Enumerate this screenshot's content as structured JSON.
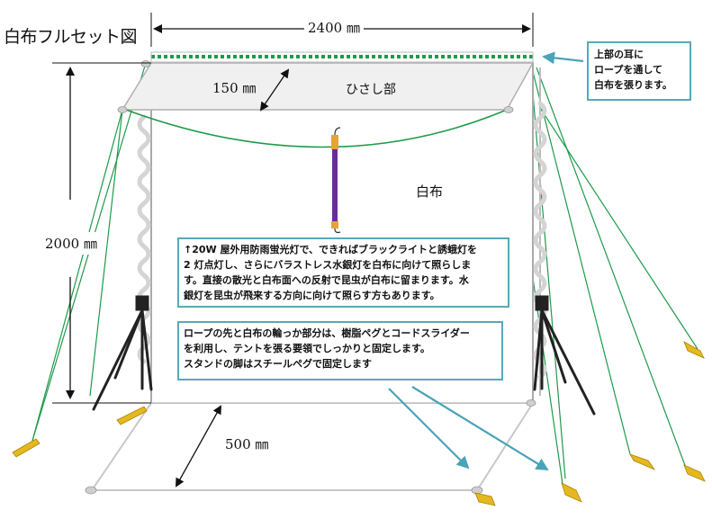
{
  "title": "白布フルセット図",
  "dimensions": {
    "width": "2400 ㎜",
    "eave_depth": "150 ㎜",
    "height": "2000 ㎜",
    "ground_depth": "500 ㎜"
  },
  "labels": {
    "eave": "ひさし部",
    "cloth": "白布"
  },
  "notes": {
    "top": [
      "上部の耳に",
      "ロープを通して",
      "白布を張ります。"
    ],
    "lamp": [
      "↑20W 屋外用防雨蛍光灯で、できればブラックライトと誘蛾灯を",
      "2 灯点灯し、さらにバラストレス水銀灯を白布に向けて照らしま",
      "す。直接の散光と白布面への反射で昆虫が白布に留まります。水",
      "銀灯を昆虫が飛来する方向に向けて照らす方もあります。"
    ],
    "rope": [
      "ロープの先と白布の輪っか部分は、樹脂ペグとコードスライダー",
      "を利用し、テントを張る要領でしっかりと固定します。",
      "スタンドの脚はスチールペグで固定します"
    ]
  },
  "colors": {
    "rope": "#1f9a4a",
    "callout_border": "#59a9b9",
    "arrow": "#4aa3b8",
    "lamp_tube": "#6a2d96",
    "peg": "#e6b820",
    "stand": "#222222"
  }
}
